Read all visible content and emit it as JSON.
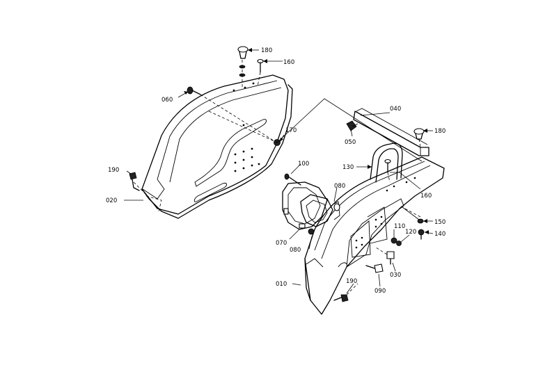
{
  "labels": {
    "p010": "010",
    "p020": "020",
    "p030": "030",
    "p040": "040",
    "p050": "050",
    "p060": "060",
    "p070": "070",
    "p080a": "080",
    "p080b": "080",
    "p090": "090",
    "p100": "100",
    "p110": "110",
    "p120": "120",
    "p130": "130",
    "p140": "140",
    "p150": "150",
    "p160a": "160",
    "p160b": "160",
    "p170": "170",
    "p180a": "180",
    "p180b": "180",
    "p190a": "190",
    "p190b": "190"
  },
  "colors": {
    "line": "#000000",
    "background": "#ffffff"
  }
}
